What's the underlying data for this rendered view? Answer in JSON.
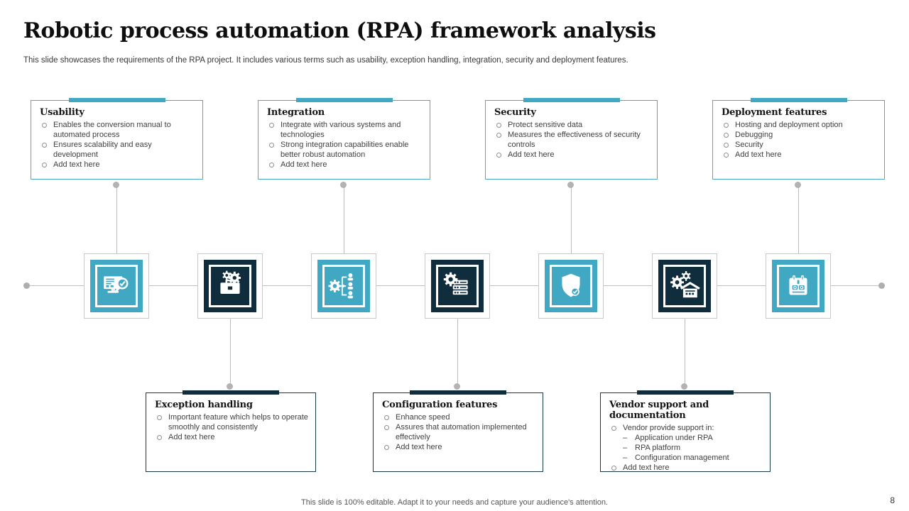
{
  "slide": {
    "title": "Robotic process automation (RPA) framework analysis",
    "subtitle": "This slide showcases the requirements of the RPA project. It includes various terms such as usability, exception handling, integration, security and deployment features.",
    "footer": "This slide is 100% editable. Adapt it to your needs and capture your audience's attention.",
    "page_number": "8"
  },
  "colors": {
    "teal": "#41a8c4",
    "navy": "#0f2d3d",
    "connector_gray": "#bcbcbc",
    "icon_cell_border": "#c9c9c9"
  },
  "top_boxes": [
    {
      "title": "Usability",
      "bullets": [
        "Enables the conversion manual to automated process",
        "Ensures scalability and easy development",
        "Add text here"
      ]
    },
    {
      "title": "Integration",
      "bullets": [
        "Integrate with various systems and technologies",
        "Strong integration capabilities enable better robust automation",
        "Add text here"
      ]
    },
    {
      "title": "Security",
      "bullets": [
        "Protect sensitive data",
        "Measures the effectiveness of security controls",
        "Add text here"
      ]
    },
    {
      "title": "Deployment features",
      "bullets": [
        "Hosting and deployment option",
        "Debugging",
        "Security",
        "Add text here"
      ]
    }
  ],
  "bottom_boxes": [
    {
      "title": "Exception handling",
      "bullets": [
        "Important feature which helps to operate smoothly and consistently",
        "Add text here"
      ]
    },
    {
      "title": "Configuration features",
      "bullets": [
        "Enhance speed",
        "Assures that automation implemented effectively",
        "Add text here"
      ]
    },
    {
      "title": "Vendor support and documentation",
      "bullets": [
        {
          "text": "Vendor provide support in:",
          "sub": [
            "Application under RPA",
            "RPA platform",
            "Configuration management"
          ]
        },
        "Add text here"
      ]
    }
  ],
  "icons": [
    "monitor-inspection-check-icon",
    "briefcase-gears-icon",
    "workflow-people-icon",
    "server-gear-icon",
    "shield-check-icon",
    "gears-warehouse-icon",
    "calendar-icon"
  ]
}
